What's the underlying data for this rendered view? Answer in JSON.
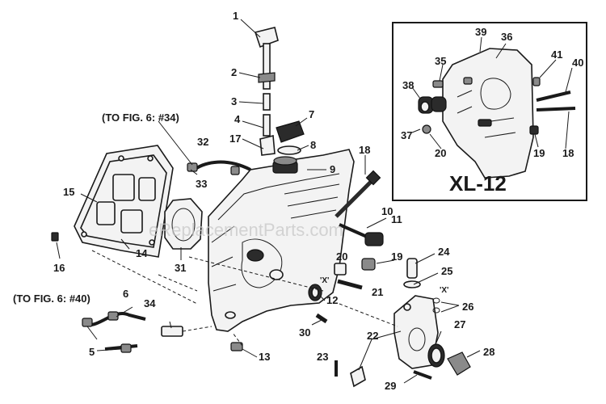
{
  "watermark": "eReplacementParts.com",
  "inset": {
    "title": "XL-12",
    "labels": [
      "39",
      "36",
      "35",
      "41",
      "40",
      "38",
      "37",
      "20",
      "19",
      "18"
    ]
  },
  "references": {
    "fig6_34": "(TO FIG. 6: #34)",
    "fig6_40": "(TO FIG. 6: #40)"
  },
  "callouts": [
    "1",
    "2",
    "3",
    "4",
    "7",
    "17",
    "8",
    "9",
    "18",
    "32",
    "33",
    "15",
    "14",
    "16",
    "31",
    "10",
    "11",
    "20",
    "19",
    "21",
    "24",
    "25",
    "12",
    "30",
    "6",
    "34",
    "5",
    "13",
    "26",
    "22",
    "27",
    "28",
    "23",
    "29"
  ],
  "markers": [
    "'X'",
    "'X'"
  ],
  "colors": {
    "ink": "#1a1a1a",
    "paper": "#ffffff",
    "watermark": "#c8c8c8"
  }
}
